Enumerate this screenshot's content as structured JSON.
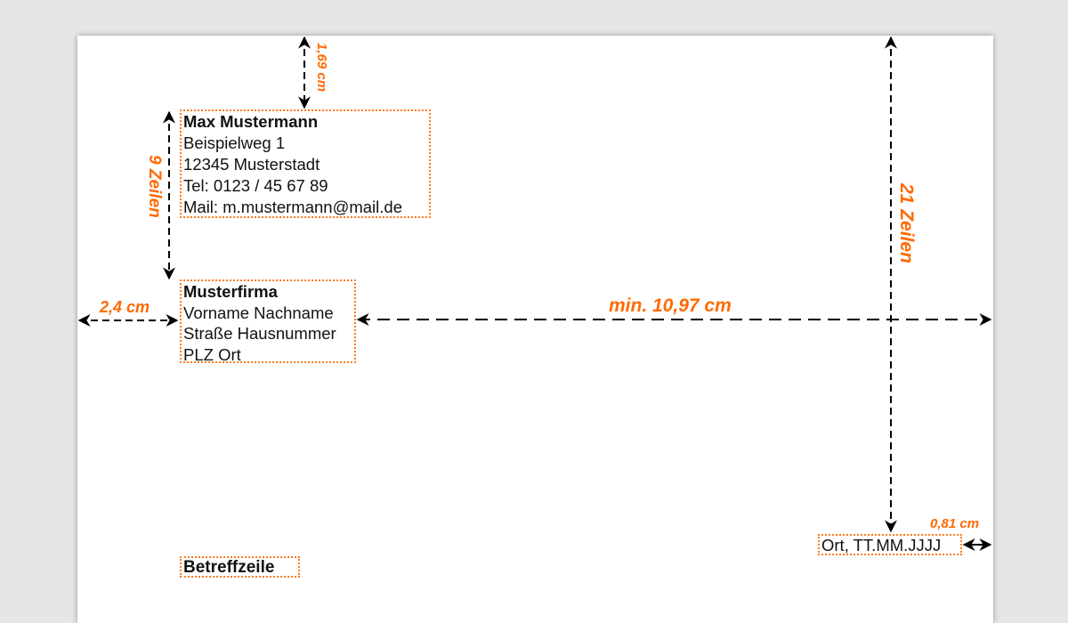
{
  "sender": {
    "name": "Max Mustermann",
    "street": "Beispielweg 1",
    "city": "12345 Musterstadt",
    "phone": "Tel: 0123 / 45 67 89",
    "mail": "Mail: m.mustermann@mail.de"
  },
  "recipient": {
    "company": "Musterfirma",
    "name": "Vorname Nachname",
    "street": "Straße Hausnummer",
    "city": "PLZ Ort"
  },
  "subject": "Betreffzeile",
  "date": "Ort, TT.MM.JJJJ",
  "dimensions": {
    "top": "1,69 cm",
    "lines_sender": "9 Zeilen",
    "left": "2,4 cm",
    "gap": "min. 10,97 cm",
    "lines_date": "21 Zeilen",
    "right": "0,81 cm"
  },
  "colors": {
    "accent": "#ff6a00",
    "background": "#e6e6e6"
  }
}
